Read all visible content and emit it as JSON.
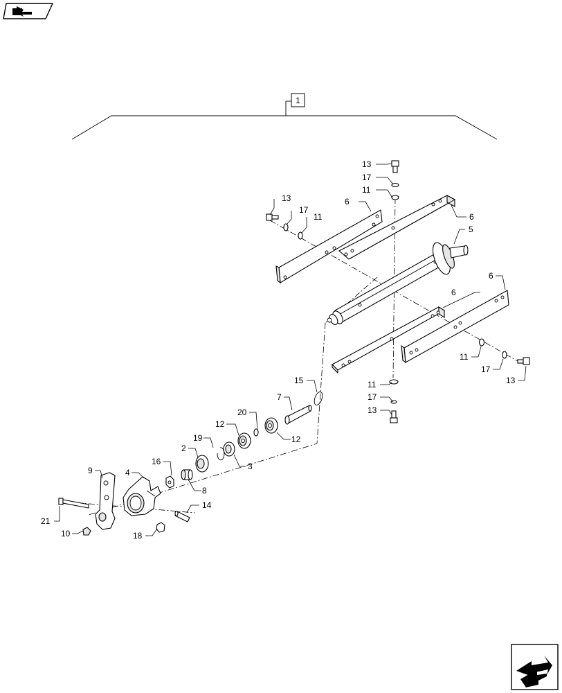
{
  "assembly_callout": "1",
  "part_labels": [
    "13",
    "17",
    "11",
    "13",
    "17",
    "11",
    "6",
    "6",
    "5",
    "6",
    "6",
    "11",
    "17",
    "13",
    "11",
    "17",
    "13",
    "15",
    "7",
    "20",
    "12",
    "12",
    "19",
    "3",
    "2",
    "8",
    "16",
    "4",
    "9",
    "14",
    "21",
    "10",
    "18"
  ],
  "icons": {
    "top_left": "page-navigation-arrow-icon",
    "bottom_right": "next-page-arrow-icon"
  }
}
